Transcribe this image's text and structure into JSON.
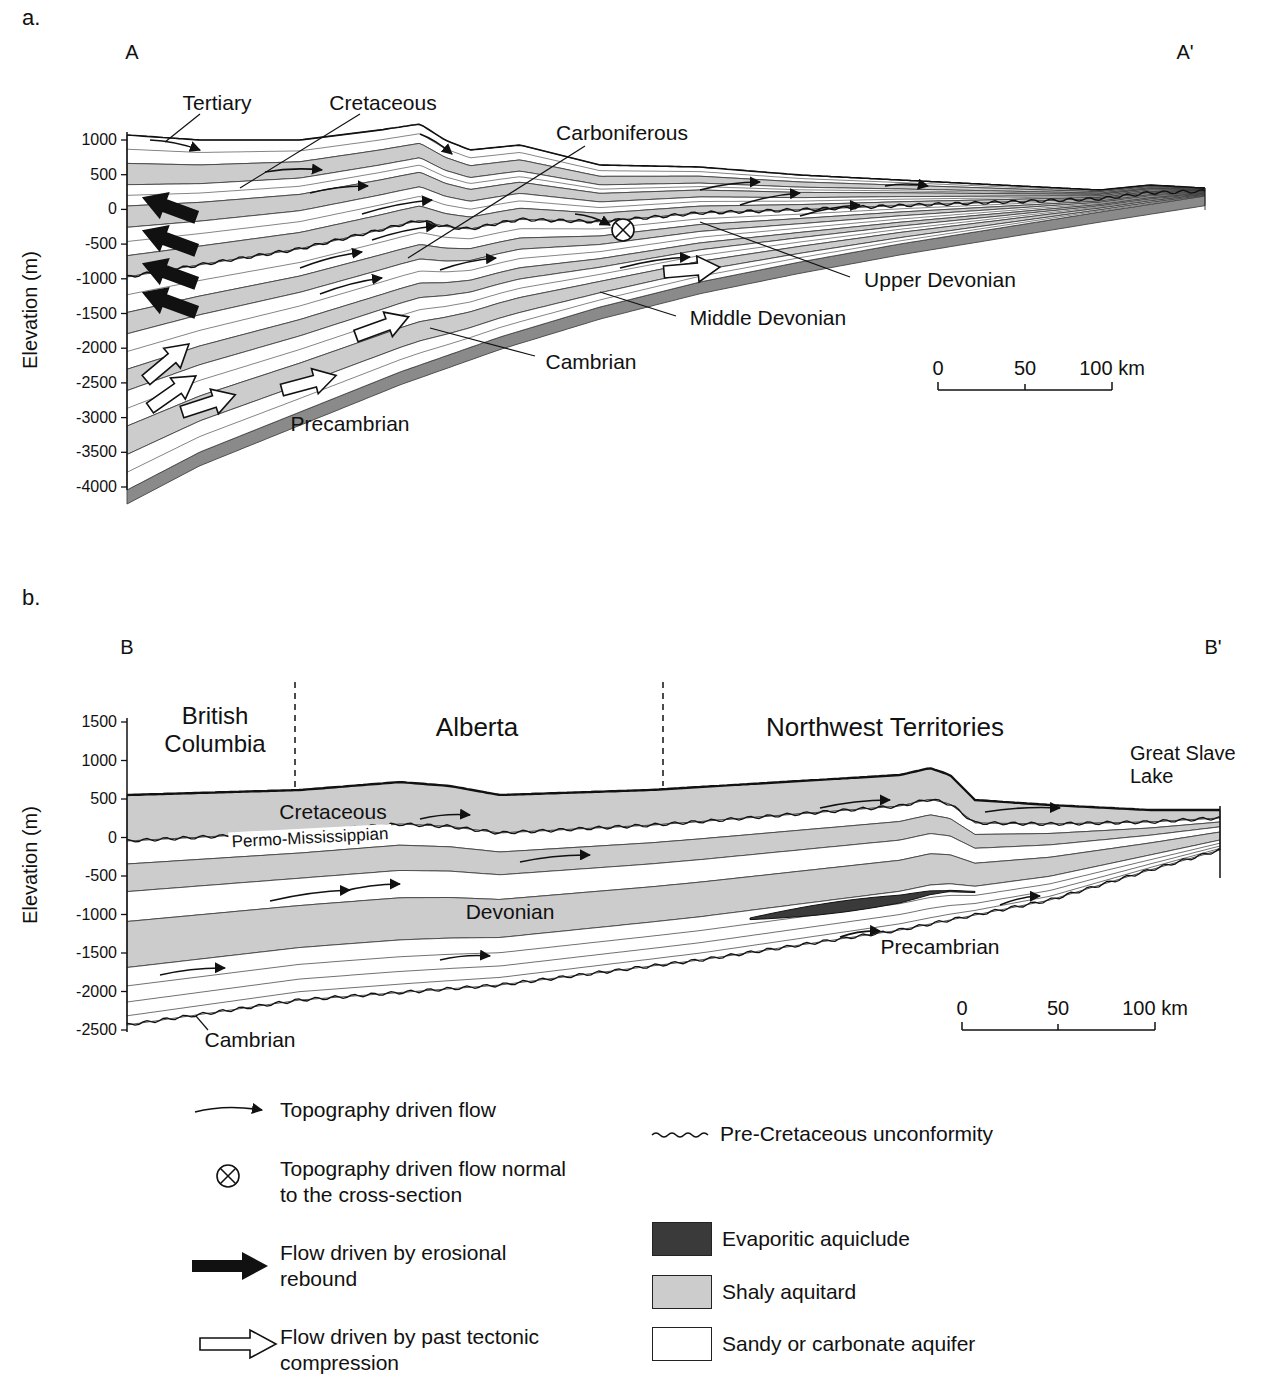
{
  "diagram": {
    "labels": [
      "a.",
      "A",
      "A'",
      "Tertiary",
      "Cretaceous",
      "Carboniferous",
      "Upper Devonian",
      "Middle Devonian",
      "Cambrian",
      "Precambrian",
      "Elevation (m)",
      "1000",
      "500",
      "0",
      "-500",
      "-1000",
      "-1500",
      "-2000",
      "-2500",
      "-3000",
      "-3500",
      "-4000",
      "0",
      "50",
      "100 km",
      "b.",
      "B",
      "B'",
      "British Columbia",
      "Alberta",
      "Northwest Territories",
      "Great Slave Lake",
      "Cretaceous",
      "Permo-Mississippian",
      "Devonian",
      "Precambrian",
      "Cambrian",
      "Elevation (m)",
      "1500",
      "1000",
      "500",
      "0",
      "-500",
      "-1000",
      "-1500",
      "-2000",
      "-2500",
      "0",
      "50",
      "100 km"
    ],
    "legend": [
      {
        "text": "Topography driven flow"
      },
      {
        "text": "Topography driven flow normal to the cross-section"
      },
      {
        "text": "Flow driven by erosional rebound"
      },
      {
        "text": "Flow driven by past tectonic compression"
      },
      {
        "text": "Pre-Cretaceous unconformity"
      },
      {
        "text": "Evaporitic aquiclude",
        "color": "#3a3a3a"
      },
      {
        "text": "Shaly aquitard",
        "color": "#cccccc"
      },
      {
        "text": "Sandy or carbonate aquifer",
        "color": "#ffffff"
      }
    ]
  }
}
